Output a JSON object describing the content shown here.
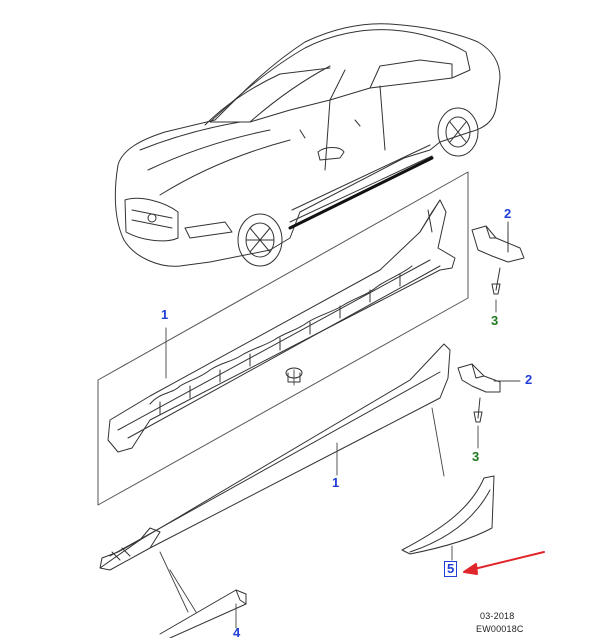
{
  "callouts": {
    "c1_upper": "1",
    "c1_lower": "1",
    "c2_upper": "2",
    "c2_lower": "2",
    "c3_upper": "3",
    "c3_lower": "3",
    "c4": "4",
    "c5": "5"
  },
  "footer": {
    "date": "03-2018",
    "code": "EW00018C"
  },
  "colors": {
    "callout_blue": "#1f3fd6",
    "callout_green": "#1f7a1f",
    "highlight_arrow": "#e0262a",
    "line_art": "#333333"
  }
}
